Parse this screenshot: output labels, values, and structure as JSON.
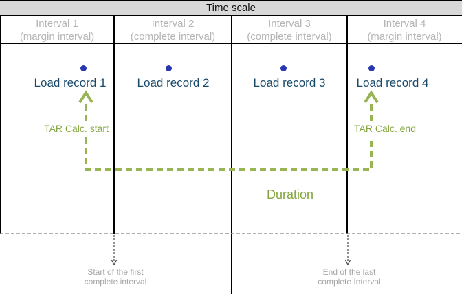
{
  "title": "Time scale",
  "colors": {
    "title_bg": "#d8d8d8",
    "header_text_gray": "#b5b5b5",
    "record_navy": "#1a4a6b",
    "dot_blue": "#2a36b0",
    "annotation_green": "#98b454",
    "green_text": "#84a63e",
    "caption_gray": "#a6a6a6",
    "dashed_boundary_gray": "#969696",
    "line_black": "#000000"
  },
  "intervals": [
    {
      "name": "Interval 1",
      "type": "(margin interval)"
    },
    {
      "name": "Interval 2",
      "type": "(complete interval)"
    },
    {
      "name": "Interval 3",
      "type": "(complete interval)"
    },
    {
      "name": "Interval 4",
      "type": "(margin interval)"
    }
  ],
  "load_records": [
    {
      "label": "Load record 1"
    },
    {
      "label": "Load record 2"
    },
    {
      "label": "Load record 3"
    },
    {
      "label": "Load record 4"
    }
  ],
  "annotations": {
    "tar_start": "TAR Calc. start",
    "tar_end": "TAR Calc. end",
    "duration": "Duration"
  },
  "captions": {
    "start_line1": "Start of the first",
    "start_line2": "complete interval",
    "end_line1": "End of the last",
    "end_line2": "complete Interval"
  }
}
